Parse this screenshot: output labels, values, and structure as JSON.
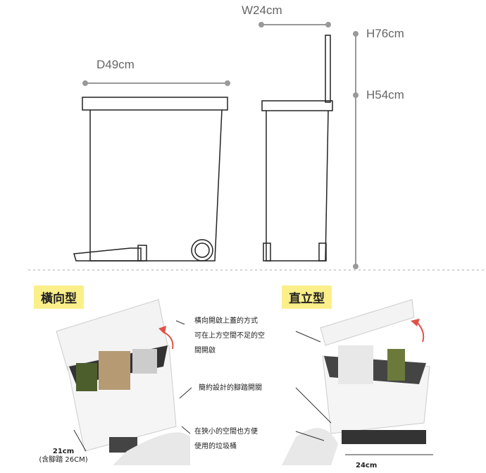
{
  "dimensions": {
    "width": "W24cm",
    "depth": "D49cm",
    "height_open": "H76cm",
    "height_closed": "H54cm"
  },
  "horizontal_type": {
    "title": "橫向型",
    "note_lid": [
      "橫向開啟上蓋的方式",
      "可在上方空間不足的空",
      "間開啟"
    ],
    "note_pedal": "簡約設計的腳踏開關",
    "note_space": [
      "在狹小的空間也方便",
      "使用的垃圾桶"
    ],
    "width_label": "21cm",
    "width_note": "(含腳踏 26CM)"
  },
  "vertical_type": {
    "title": "直立型",
    "width_label": "24cm"
  },
  "colors": {
    "tag": "#fbef8a",
    "arrow": "#e0524a",
    "dim_line": "#999999"
  }
}
